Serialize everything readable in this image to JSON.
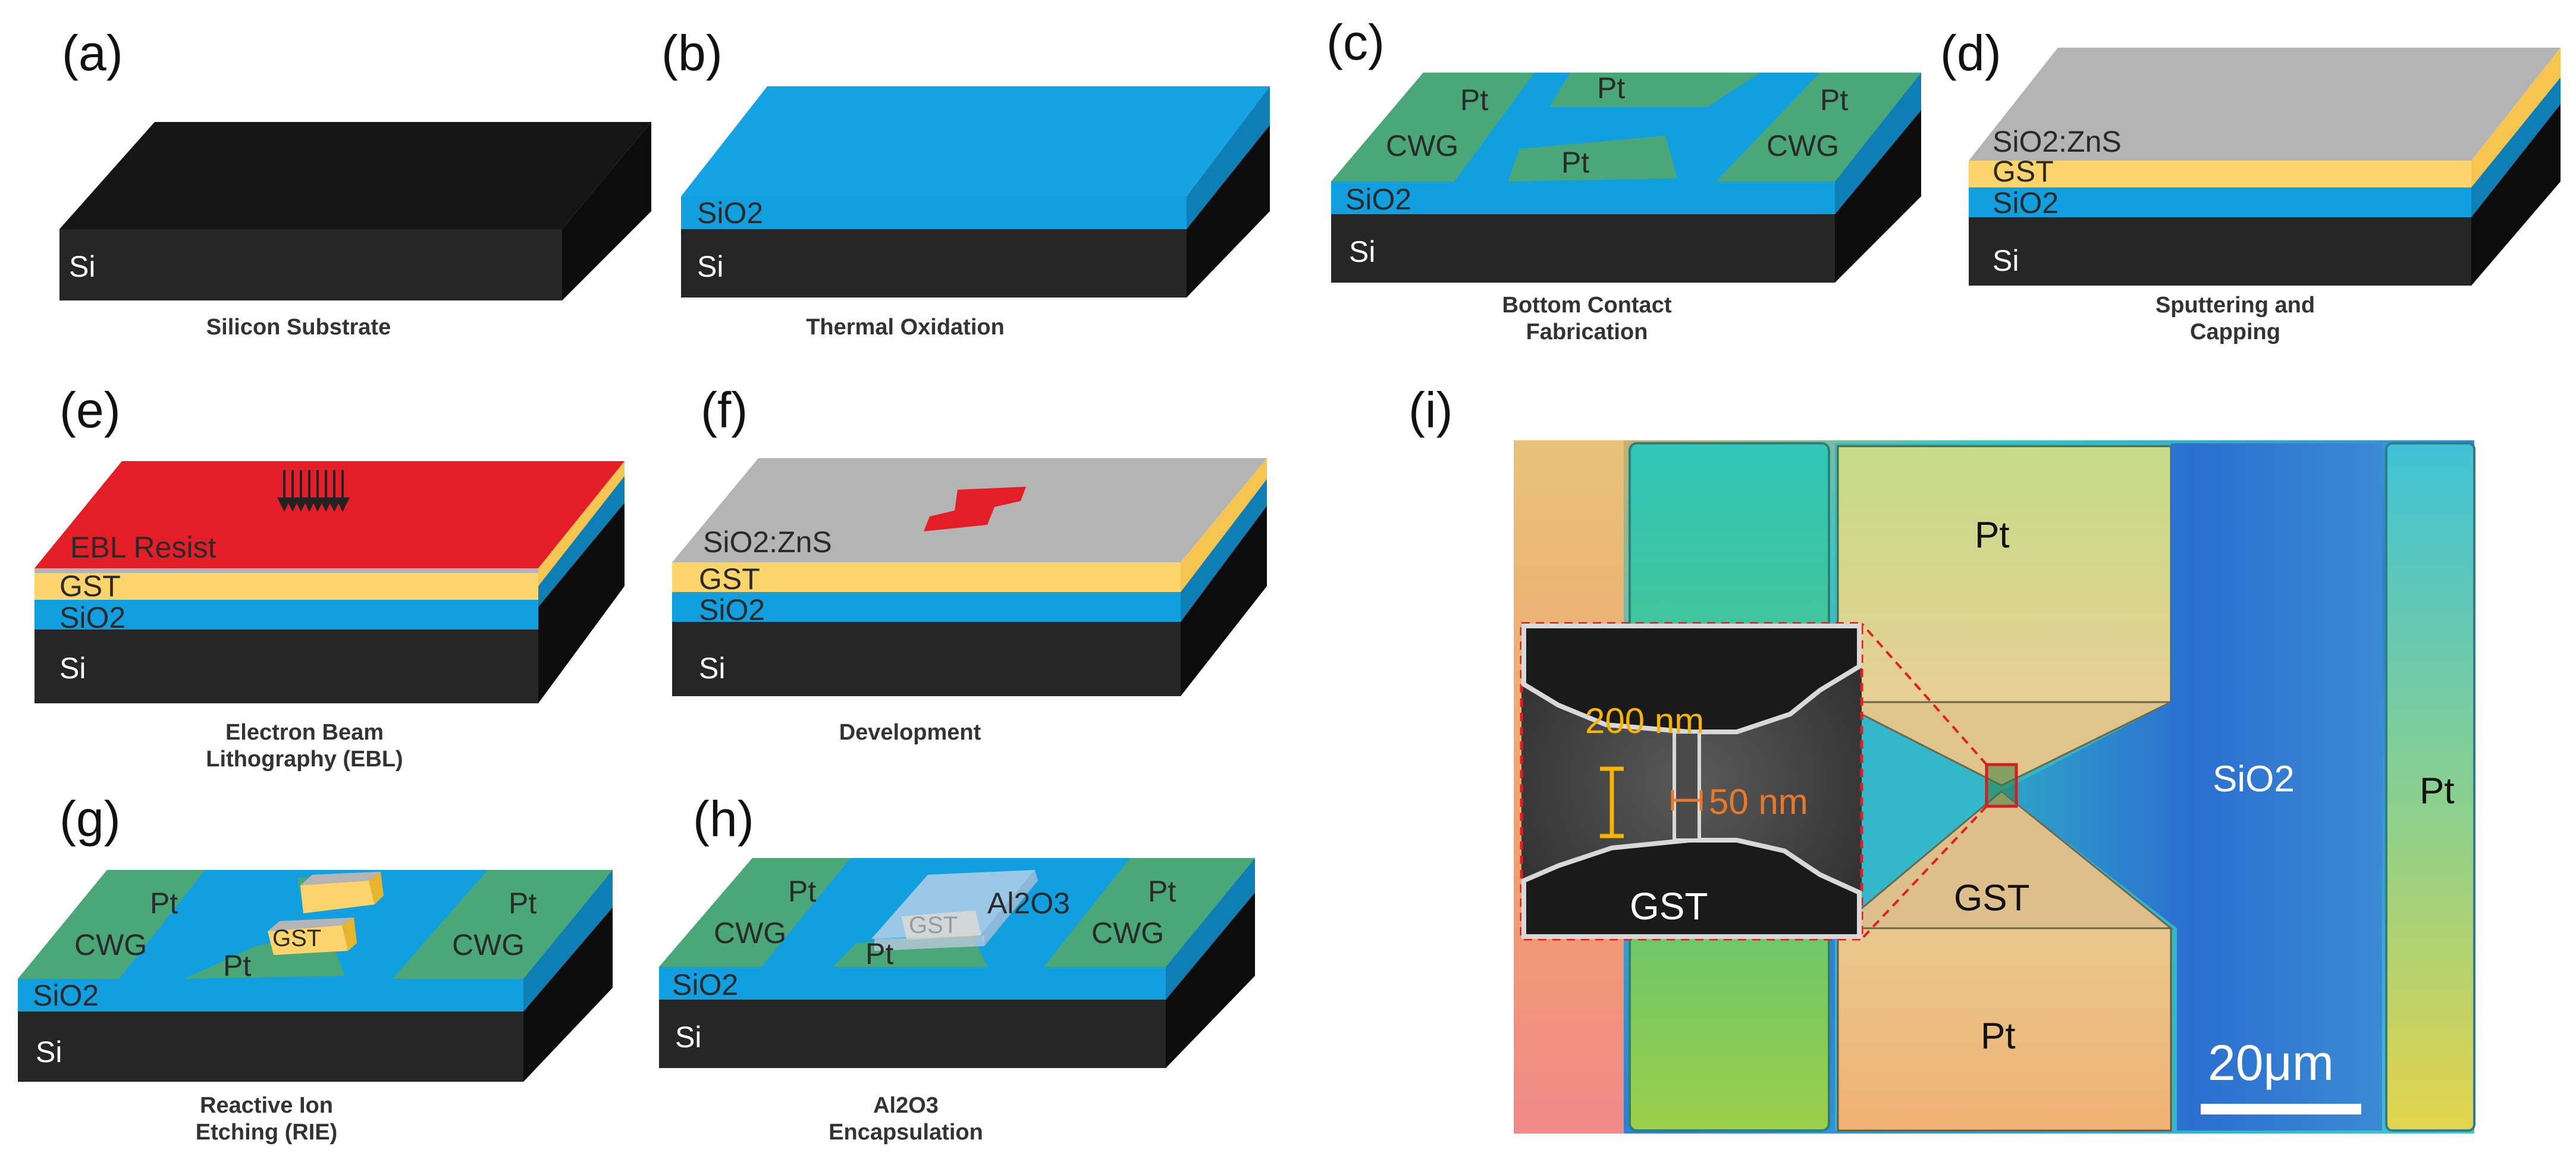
{
  "panels": [
    {
      "label": "(a)",
      "caption": [
        "Silicon Substrate"
      ],
      "layers": {
        "si": "Si"
      }
    },
    {
      "label": "(b)",
      "caption": [
        "Thermal Oxidation"
      ],
      "layers": {
        "sio2": "SiO2",
        "si": "Si"
      }
    },
    {
      "label": "(c)",
      "caption": [
        "Bottom Contact",
        "Fabrication"
      ],
      "layers": {
        "sio2": "SiO2",
        "si": "Si",
        "pt": "Pt",
        "cwg": "CWG"
      }
    },
    {
      "label": "(d)",
      "caption": [
        "Sputtering and",
        "Capping"
      ],
      "layers": {
        "cap": "SiO2:ZnS",
        "gst": "GST",
        "sio2": "SiO2",
        "si": "Si"
      }
    },
    {
      "label": "(e)",
      "caption": [
        "Electron Beam",
        "Lithography (EBL)"
      ],
      "layers": {
        "resist": "EBL Resist",
        "gst": "GST",
        "sio2": "SiO2",
        "si": "Si"
      }
    },
    {
      "label": "(f)",
      "caption": [
        "Development"
      ],
      "layers": {
        "cap": "SiO2:ZnS",
        "gst": "GST",
        "sio2": "SiO2",
        "si": "Si"
      }
    },
    {
      "label": "(g)",
      "caption": [
        "Reactive Ion",
        "Etching (RIE)"
      ],
      "layers": {
        "pt": "Pt",
        "cwg": "CWG",
        "gst": "GST",
        "sio2": "SiO2",
        "si": "Si"
      }
    },
    {
      "label": "(h)",
      "caption": [
        "Al2O3",
        "Encapsulation"
      ],
      "layers": {
        "pt": "Pt",
        "cwg": "CWG",
        "gst": "GST",
        "al2o3": "Al2O3",
        "sio2": "SiO2",
        "si": "Si"
      }
    },
    {
      "label": "(i)"
    }
  ],
  "micrograph": {
    "labels": {
      "pt_top": "Pt",
      "pt_bottom": "Pt",
      "pt_right": "Pt",
      "sio2": "SiO2",
      "gst": "GST"
    },
    "scale_bar": "20μm",
    "inset": {
      "width_label": "200 nm",
      "gap_label": "50 nm",
      "material": "GST"
    }
  },
  "colors": {
    "si": "#262626",
    "sio2": "#129fe0",
    "pt": "#4aa878",
    "gst": "#fcd46c",
    "cap": "#b4b4b4",
    "resist": "#e31e26",
    "al2o3": "#c8d6e8"
  }
}
